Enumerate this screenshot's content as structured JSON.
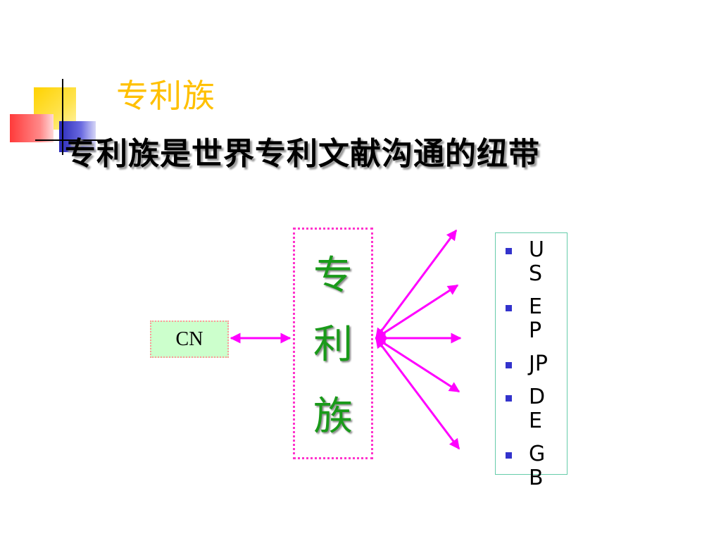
{
  "slide": {
    "title": "专利族",
    "headline": "专利族是世界专利文献沟通的纽带"
  },
  "diagram": {
    "source": "CN",
    "family_chars": [
      "专",
      "利",
      "族"
    ],
    "countries": [
      "US",
      "EP",
      "JP",
      "DE",
      "GB"
    ]
  },
  "colors": {
    "title": "#ffc000",
    "arrows": "#ff00ff",
    "family_text": "#1a9a1a",
    "cn_box_fill": "#ccffcc",
    "bullets": "#3333cc"
  }
}
